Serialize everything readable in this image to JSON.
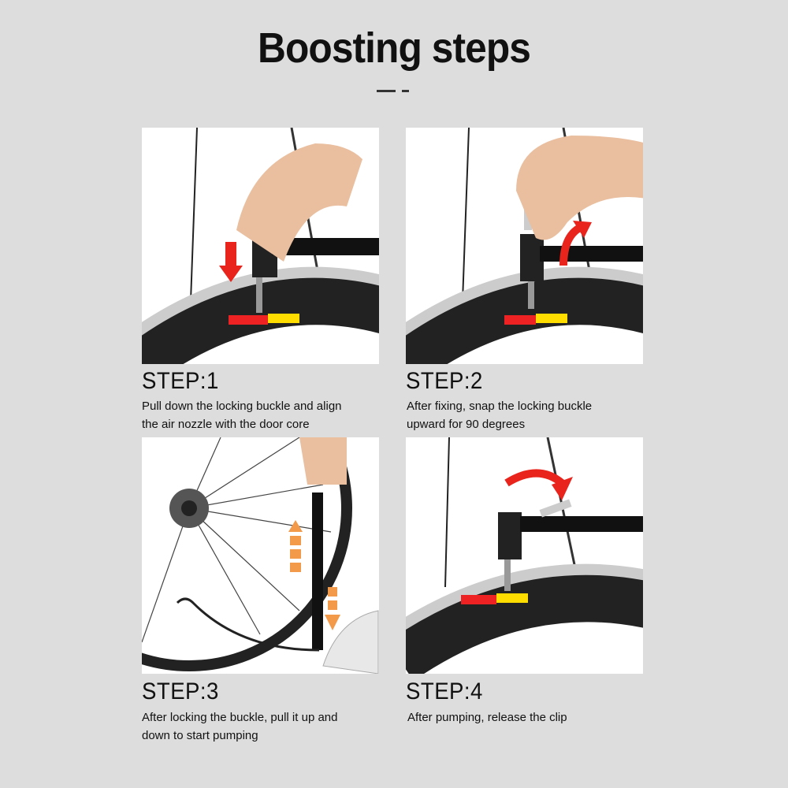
{
  "title": "Boosting steps",
  "steps": [
    {
      "label": "STEP:1",
      "desc_line1": "Pull down the locking buckle and align",
      "desc_line2": "the air nozzle with the door core"
    },
    {
      "label": "STEP:2",
      "desc_line1": "After fixing, snap the locking buckle",
      "desc_line2": "upward for 90 degrees"
    },
    {
      "label": "STEP:3",
      "desc_line1": "After locking the buckle, pull it up and",
      "desc_line2": "down to start pumping"
    },
    {
      "label": "STEP:4",
      "desc_line1": "After pumping, release the clip",
      "desc_line2": ""
    }
  ],
  "colors": {
    "arrow_red": "#e8241c",
    "arrow_orange": "#f29a4a",
    "background": "#dddddd"
  }
}
